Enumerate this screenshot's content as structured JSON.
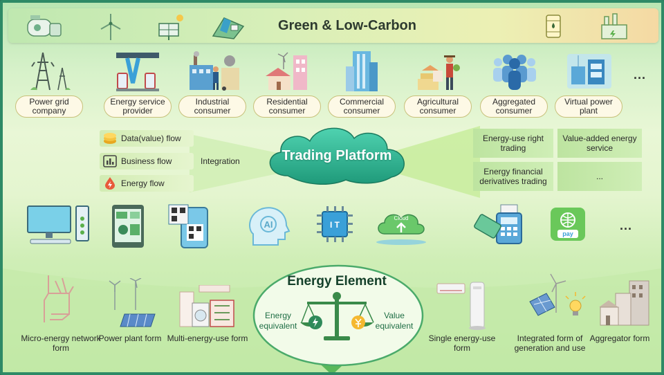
{
  "banner": {
    "title": "Green & Low-Carbon"
  },
  "actors": [
    {
      "label": "Power grid company",
      "icon": "transmission-tower-icon"
    },
    {
      "label": "Energy service provider",
      "icon": "charging-station-icon"
    },
    {
      "label": "Industrial consumer",
      "icon": "factory-worker-icon"
    },
    {
      "label": "Residential consumer",
      "icon": "house-wind-turbine-icon"
    },
    {
      "label": "Commercial consumer",
      "icon": "office-building-icon"
    },
    {
      "label": "Agricultural consumer",
      "icon": "farmer-icon"
    },
    {
      "label": "Aggregated consumer",
      "icon": "group-of-people-icon"
    },
    {
      "label": "Virtual power plant",
      "icon": "virtual-power-plant-icon"
    }
  ],
  "more_symbol": "...",
  "flows": [
    {
      "label": "Data(value) flow",
      "icon": "coin-stack-icon"
    },
    {
      "label": "Business flow",
      "icon": "bar-chart-icon"
    },
    {
      "label": "Energy flow",
      "icon": "lightning-drop-icon"
    }
  ],
  "integration_label": "Integration",
  "platform": {
    "title": "Trading Platform"
  },
  "trading_items": [
    "Energy-use right trading",
    "Value-added energy service",
    "Energy financial derivatives trading",
    "..."
  ],
  "tech_icons": [
    "desktop-computer-icon",
    "tablet-icon",
    "qr-code-phone-icon",
    "ai-head-icon",
    "iot-chip-icon",
    "cloud-upload-icon",
    "card-payment-icon",
    "pay-icon"
  ],
  "pay_text": "pay",
  "cloud_text": "Cloud",
  "ai_text": "AI",
  "iot_text": "I  T",
  "energy_element": {
    "title": "Energy Element",
    "left": "Energy equivalent",
    "right": "Value equivalent"
  },
  "forms": [
    "Micro-energy network form",
    "Power plant form",
    "Multi-energy-use form",
    "Single energy-use form",
    "Integrated form of generation and use",
    "Aggregator form"
  ],
  "colors": {
    "accent": "#2e8a66",
    "cloud": "#2bb38a",
    "label_bg": "#fdf9e6"
  }
}
